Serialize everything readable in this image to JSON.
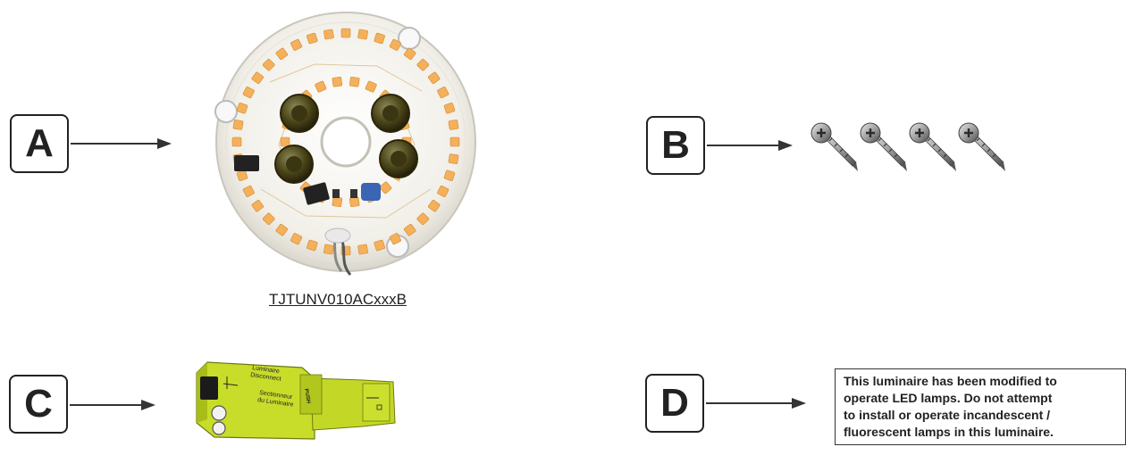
{
  "callouts": [
    {
      "id": "A",
      "letter": "A"
    },
    {
      "id": "B",
      "letter": "B"
    },
    {
      "id": "C",
      "letter": "C"
    },
    {
      "id": "D",
      "letter": "D"
    }
  ],
  "parts": {
    "led_module": {
      "model_label": "TJTUNV010ACxxxB",
      "icon": "led-module-icon"
    },
    "screws": {
      "count": 4,
      "icon": "screw-icon"
    },
    "connector": {
      "icon": "luminaire-disconnect-icon",
      "text_lines": [
        "Luminaire",
        "Disconnect",
        "Sectionneur",
        "du Luminaire",
        "PUSH"
      ]
    },
    "warning_label": {
      "lines": [
        "This luminaire has been modified to",
        "operate LED lamps. Do not attempt",
        "to install or operate  incandescent /",
        "fluorescent lamps in this luminaire."
      ]
    }
  },
  "colors": {
    "connector_body": "#c8dd2a",
    "led_chip": "#f4b05a",
    "capacitor": "#5a5218"
  }
}
